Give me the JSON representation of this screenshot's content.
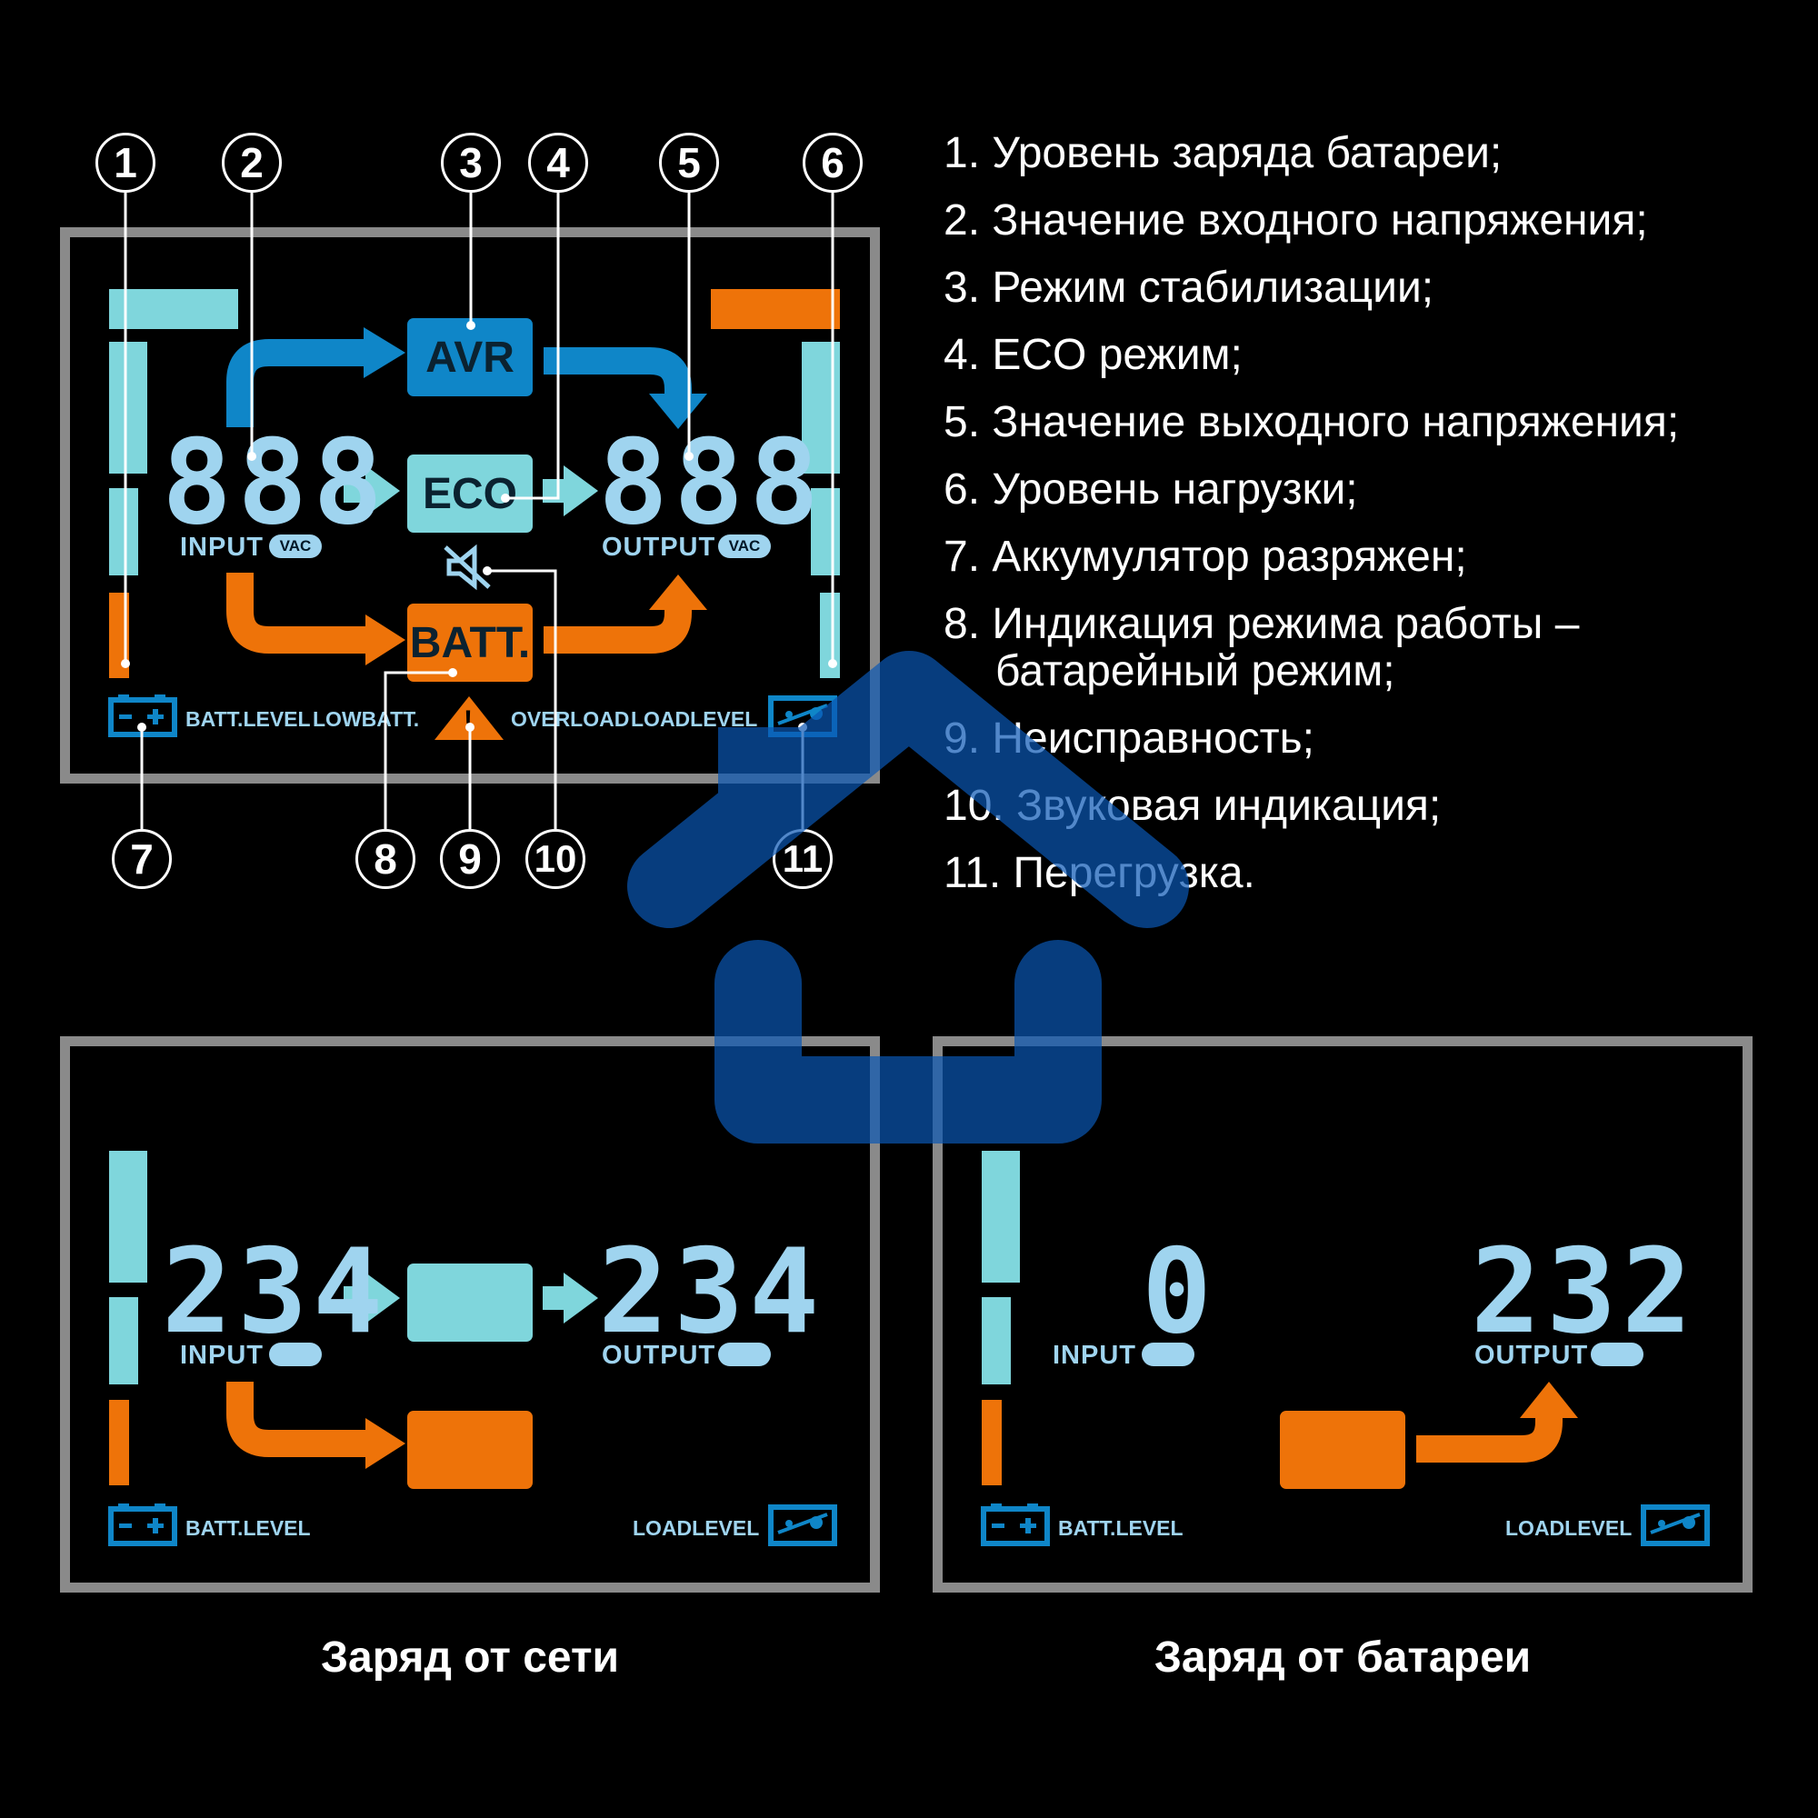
{
  "legend": [
    {
      "num": "1.",
      "text": "Уровень заряда батареи;"
    },
    {
      "num": "2.",
      "text": "Значение входного напряжения;"
    },
    {
      "num": "3.",
      "text": "Режим стабилизации;"
    },
    {
      "num": "4.",
      "text": "ECO режим;"
    },
    {
      "num": "5.",
      "text": "Значение выходного напряжения;"
    },
    {
      "num": "6.",
      "text": "Уровень нагрузки;"
    },
    {
      "num": "7.",
      "text": "Аккумулятор разряжен;"
    },
    {
      "num": "8.",
      "text": "Индикация режима работы –",
      "cont": "батарейный режим;"
    },
    {
      "num": "9.",
      "text": "Неисправность;"
    },
    {
      "num": "10.",
      "text": "Звуковая индикация;"
    },
    {
      "num": "11.",
      "text": "Перегрузка."
    }
  ],
  "callouts": [
    "1",
    "2",
    "3",
    "4",
    "5",
    "6",
    "7",
    "8",
    "9",
    "10",
    "11"
  ],
  "top_panel": {
    "input_value": "888",
    "output_value": "888",
    "input_label": "INPUT",
    "output_label": "OUTPUT",
    "unit": "VAC",
    "avr": "AVR",
    "eco": "ECO",
    "batt": "BATT.",
    "batt_level": "BATT.LEVEL",
    "low_batt": "LOWBATT.",
    "overload": "OVERLOAD",
    "load_level": "LOADLEVEL",
    "fault_symbol": "!"
  },
  "grid_panel": {
    "input_value": "234",
    "output_value": "234",
    "input_label": "INPUT",
    "output_label": "OUTPUT",
    "batt_level": "BATT.LEVEL",
    "load_level": "LOADLEVEL",
    "caption": "Заряд от сети"
  },
  "battery_panel": {
    "input_value": "0",
    "output_value": "232",
    "input_label": "INPUT",
    "output_label": "OUTPUT",
    "batt_level": "BATT.LEVEL",
    "load_level": "LOADLEVEL",
    "caption": "Заряд от батареи"
  },
  "colors": {
    "cyan": "#7fd6dc",
    "blue": "#0f86c8",
    "orange": "#ee7309",
    "segment": "#9fd4ef",
    "frame": "#8a8a8a",
    "watermark": "#0a57b4"
  }
}
